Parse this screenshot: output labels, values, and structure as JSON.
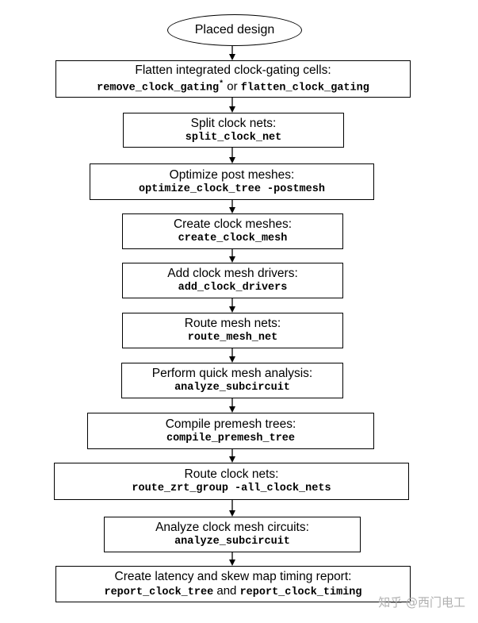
{
  "start": {
    "label": "Placed design"
  },
  "steps": [
    {
      "title": "Flatten integrated clock-gating cells:",
      "cmd1": "remove_clock_gating",
      "mark": "*",
      "joiner": " or ",
      "cmd2": "flatten_clock_gating"
    },
    {
      "title": "Split clock nets:",
      "cmd1": "split_clock_net"
    },
    {
      "title": "Optimize post meshes:",
      "cmd1": "optimize_clock_tree -postmesh"
    },
    {
      "title": "Create clock meshes:",
      "cmd1": "create_clock_mesh"
    },
    {
      "title": "Add clock mesh drivers:",
      "cmd1": "add_clock_drivers"
    },
    {
      "title": "Route mesh nets:",
      "cmd1": "route_mesh_net"
    },
    {
      "title": "Perform quick mesh analysis:",
      "cmd1": "analyze_subcircuit"
    },
    {
      "title": "Compile premesh trees:",
      "cmd1": "compile_premesh_tree"
    },
    {
      "title": "Route clock nets:",
      "cmd1": "route_zrt_group -all_clock_nets"
    },
    {
      "title": "Analyze clock mesh circuits:",
      "cmd1": "analyze_subcircuit"
    },
    {
      "title": "Create latency and skew map timing report:",
      "cmd1": "report_clock_tree",
      "joiner": " and ",
      "cmd2": "report_clock_timing"
    }
  ],
  "watermark": {
    "text": "知乎 @西门电工"
  }
}
